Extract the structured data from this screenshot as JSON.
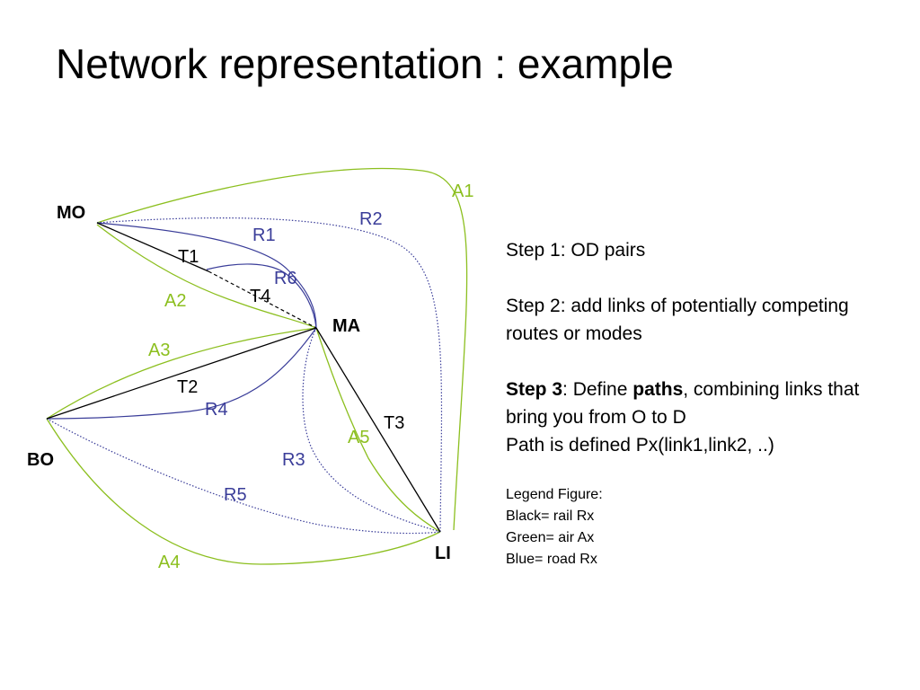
{
  "title": "Network representation : example",
  "nodes": {
    "MO": "MO",
    "MA": "MA",
    "BO": "BO",
    "LI": "LI"
  },
  "links": {
    "A1": "A1",
    "A2": "A2",
    "A3": "A3",
    "A4": "A4",
    "A5": "A5",
    "R1": "R1",
    "R2": "R2",
    "R3": "R3",
    "R4": "R4",
    "R5": "R5",
    "R6": "R6",
    "T1": "T1",
    "T2": "T2",
    "T3": "T3",
    "T4": "T4"
  },
  "colors": {
    "rail": "#000000",
    "air": "#8cbf1f",
    "road": "#3a3d99"
  },
  "steps": {
    "step1": "Step 1: OD pairs",
    "step2": "Step 2: add links of potentially competing routes or modes",
    "step3_label": "Step 3",
    "step3_text_a": ": Define ",
    "step3_bold": "paths",
    "step3_text_b": ", combining links that bring you from O to D",
    "step3_line2": "Path is defined Px(link1,link2, ..)"
  },
  "legend": {
    "heading": "Legend Figure:",
    "rail": "Black= rail Rx",
    "air": "Green= air Ax",
    "road": "Blue= road Rx"
  }
}
